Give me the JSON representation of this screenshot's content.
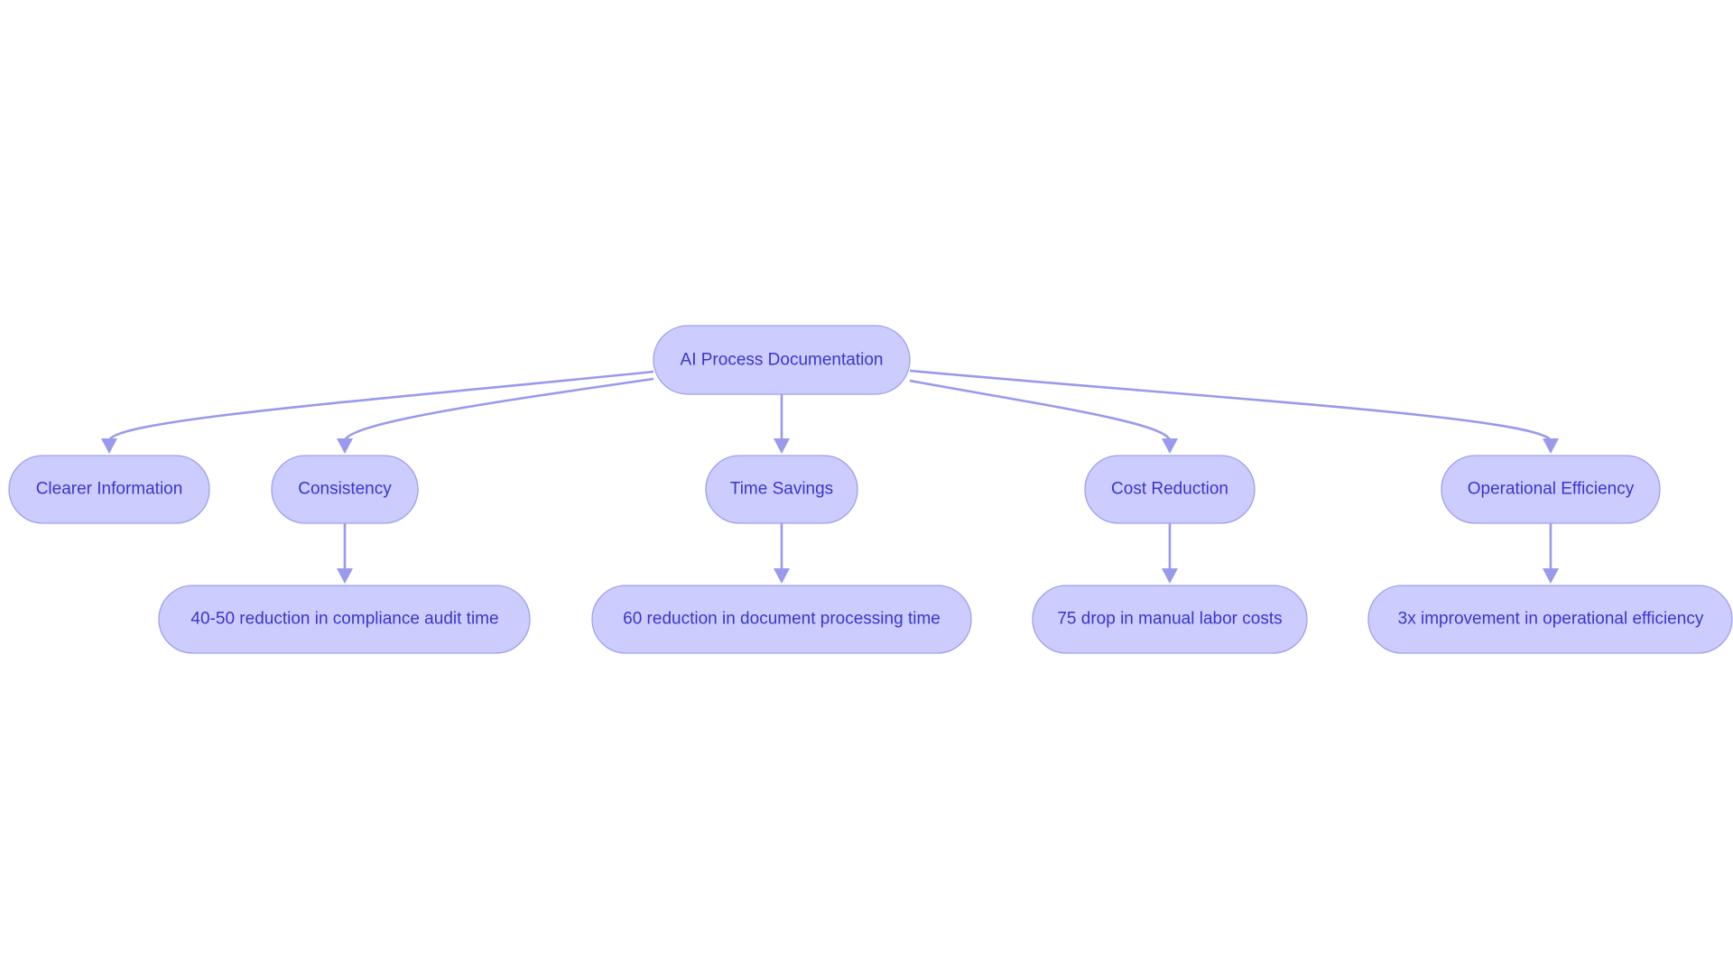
{
  "diagram": {
    "root": {
      "label": "AI Process Documentation"
    },
    "benefits": [
      {
        "label": "Clearer Information"
      },
      {
        "label": "Consistency",
        "detail": "40-50 reduction in compliance audit time"
      },
      {
        "label": "Time Savings",
        "detail": "60 reduction in document processing time"
      },
      {
        "label": "Cost Reduction",
        "detail": "75 drop in manual labor costs"
      },
      {
        "label": "Operational Efficiency",
        "detail": "3x improvement in operational efficiency"
      }
    ]
  },
  "colors": {
    "node_fill": "#ccccff",
    "node_border": "#9fa1ec",
    "edge": "#9999ee",
    "text": "#3a36c8"
  }
}
